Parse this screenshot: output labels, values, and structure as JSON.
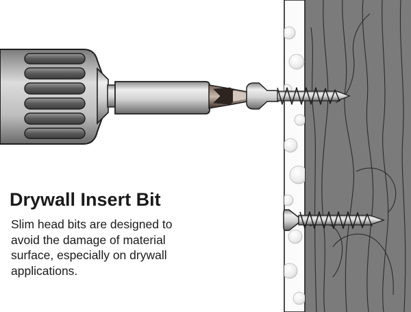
{
  "heading": "Drywall Insert Bit",
  "description_lines": [
    "Slim head bits are designed to",
    "avoid the damage of material",
    "surface, especially on drywall",
    "applications."
  ],
  "colors": {
    "wood": "#7b7b7b",
    "wood_grain": "#2b2b2b",
    "drywall": "#fbfbfb",
    "metal_light": "#e6e6e6",
    "metal_dark": "#6f6f6f",
    "bit_tip": "#4a3a32",
    "outline": "#1e1e1e"
  },
  "icons": [
    "drill-chuck",
    "bit-shank",
    "insert-bit-tip",
    "drywall-screw",
    "drywall-panel",
    "wood-stud"
  ]
}
